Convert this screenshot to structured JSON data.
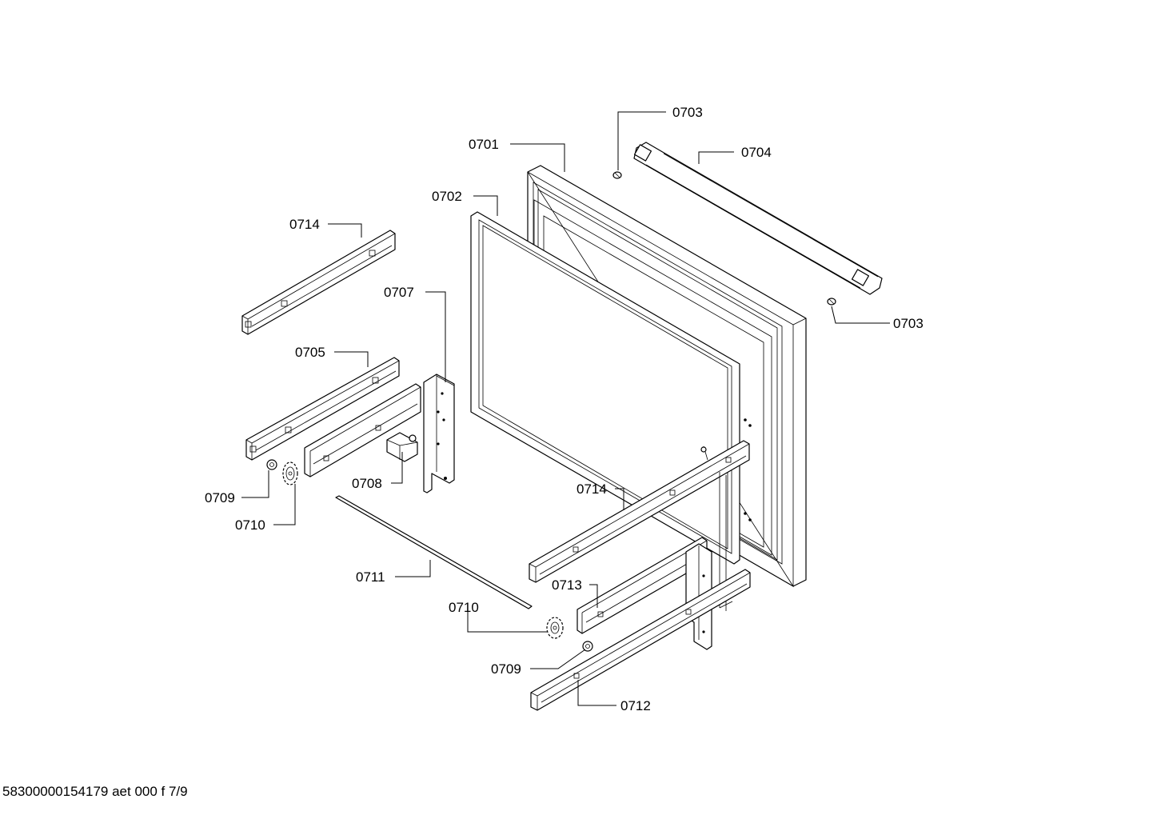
{
  "labels": {
    "p0701": "0701",
    "p0702": "0702",
    "p0703_top": "0703",
    "p0703_right": "0703",
    "p0704": "0704",
    "p0705": "0705",
    "p0707": "0707",
    "p0708": "0708",
    "p0709_left": "0709",
    "p0709_bottom": "0709",
    "p0710_left": "0710",
    "p0710_bottom": "0710",
    "p0711": "0711",
    "p0712": "0712",
    "p0713": "0713",
    "p0714_top": "0714",
    "p0714_right": "0714"
  },
  "footer": {
    "doc_id": "58300000154179 aet 000 f 7/9"
  }
}
